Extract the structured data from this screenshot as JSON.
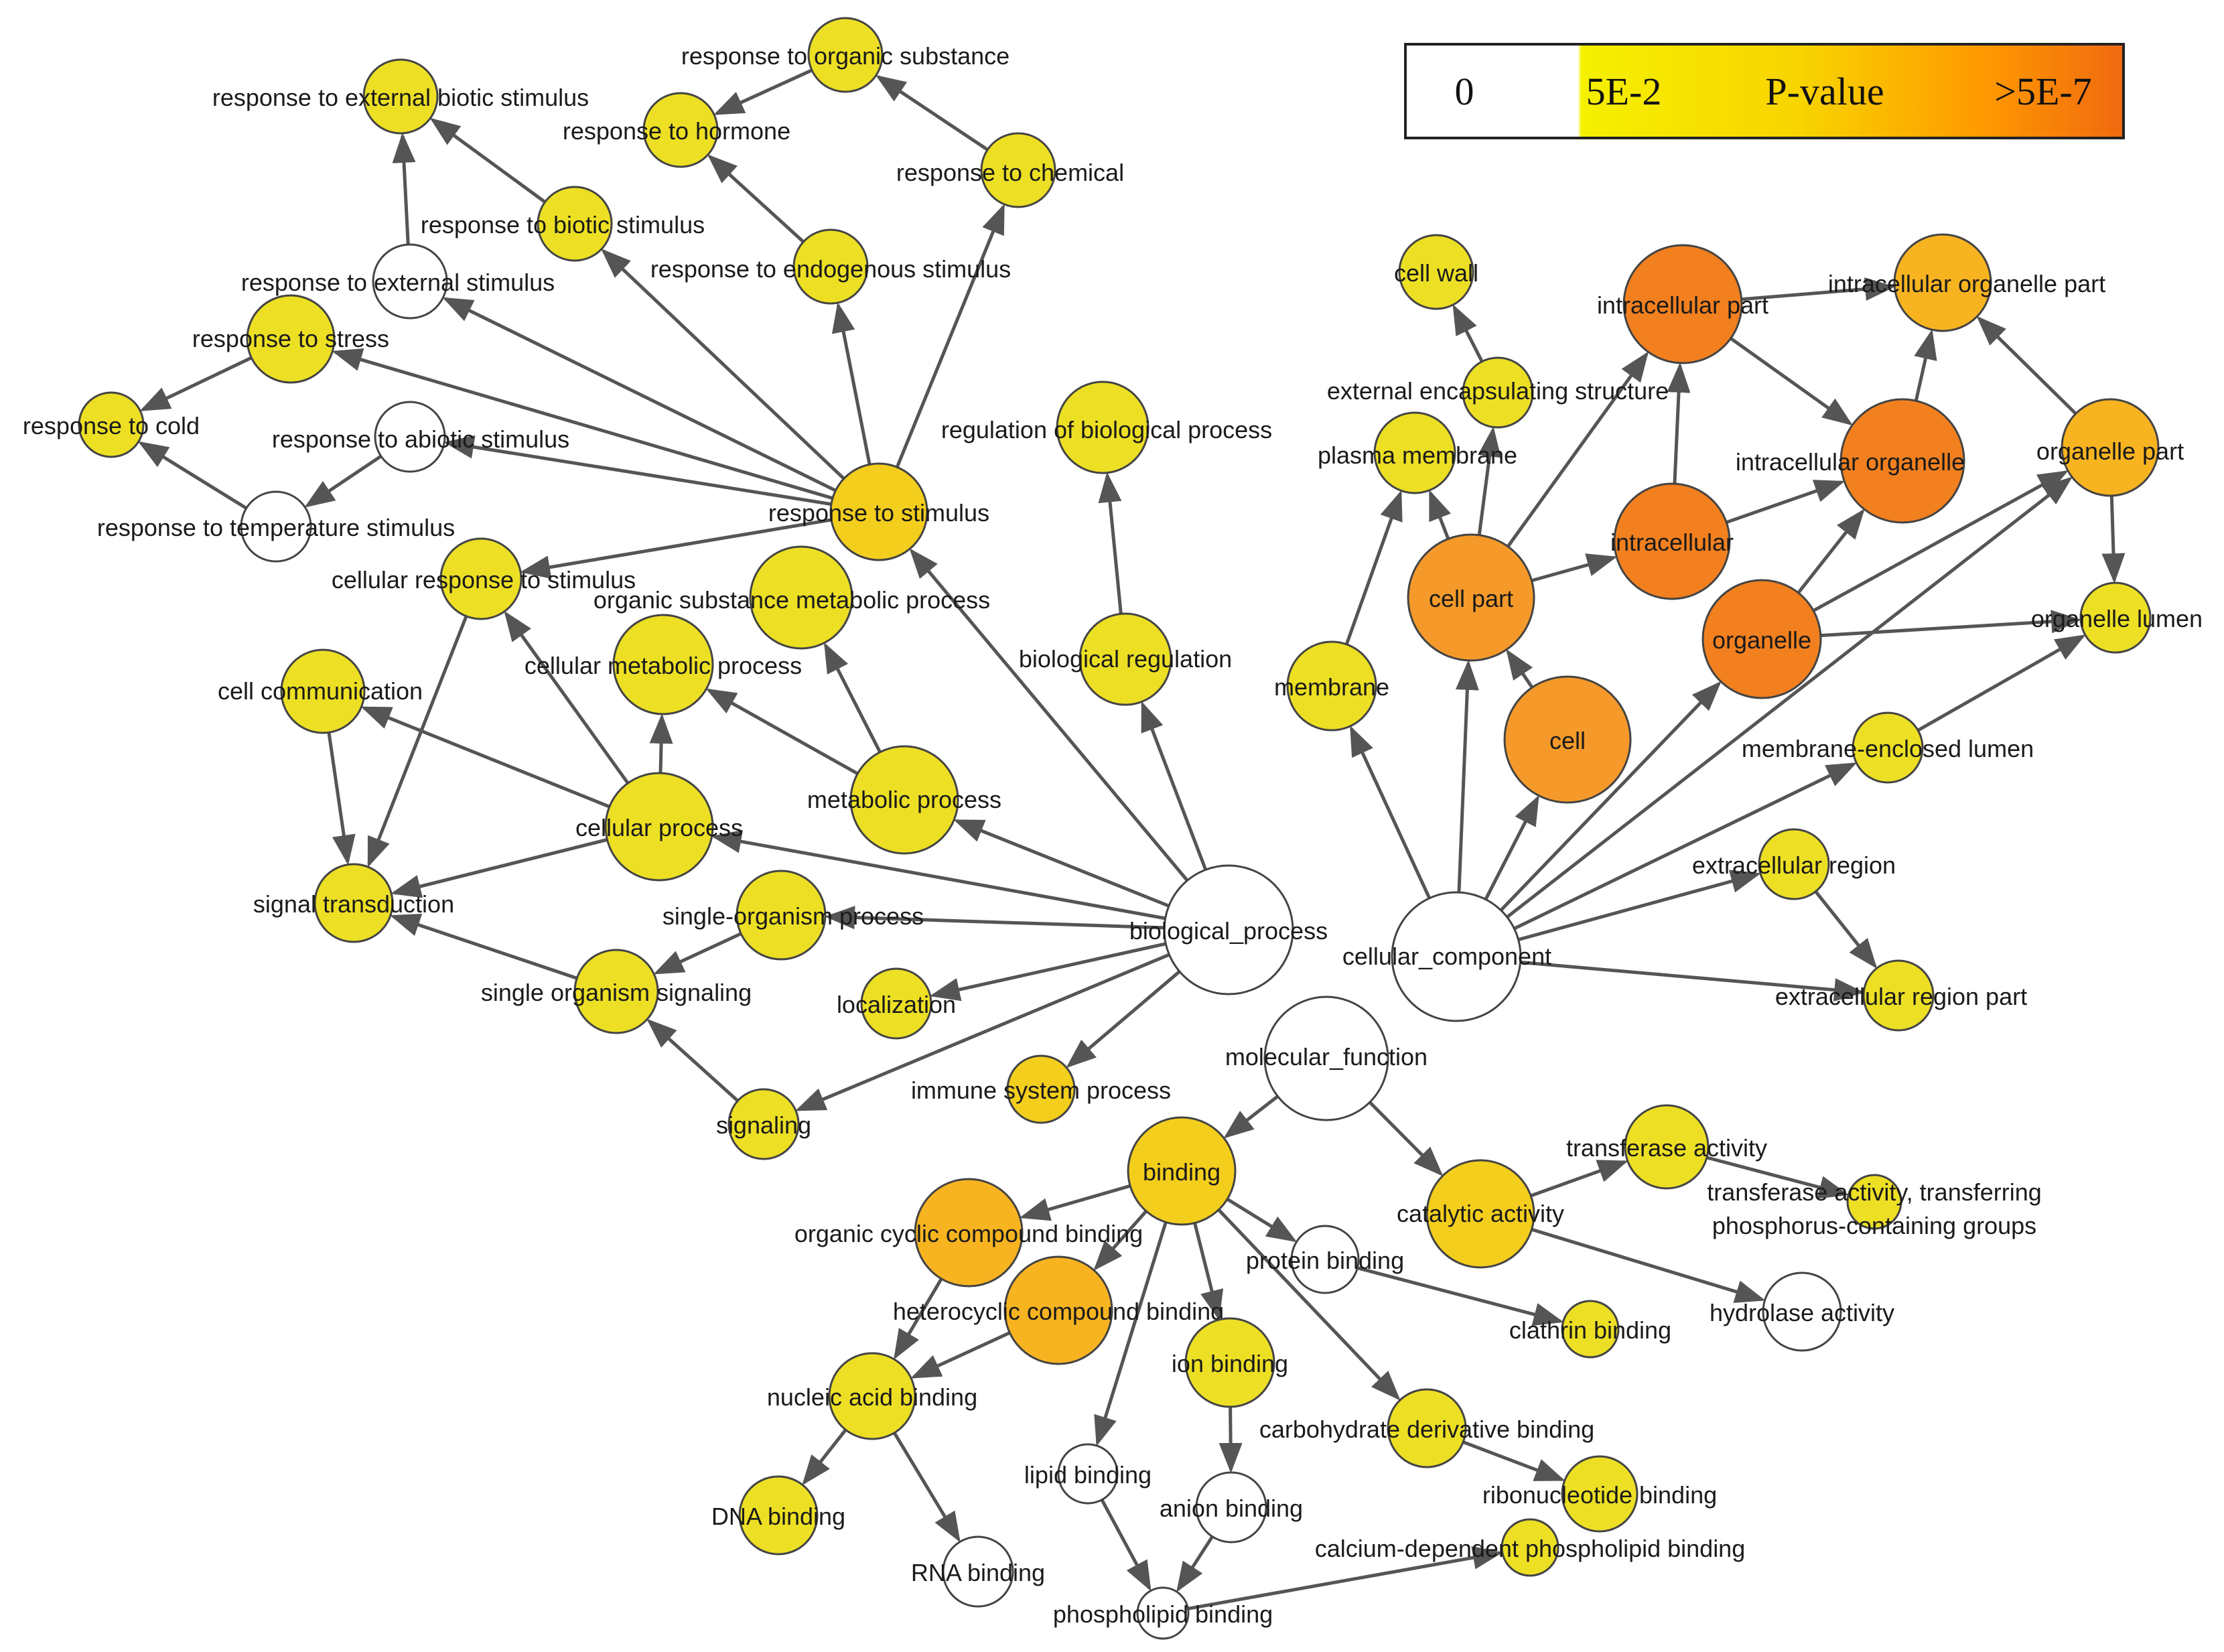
{
  "legend": {
    "zero": "0",
    "low": "5E-2",
    "label": "P-value",
    "high": ">5E-7",
    "colors": {
      "white": "#ffffff",
      "yellow": "#f5f000",
      "orange": "#ff8a00",
      "deep": "#f06a10"
    }
  },
  "palette": {
    "white": "#ffffff",
    "yellow": "#ede024",
    "gold": "#f4ce1c",
    "amber": "#f8b420",
    "orange": "#f59a2a",
    "deep": "#f2801f",
    "outline": "#444444",
    "edge": "#555555"
  },
  "nodes": [
    {
      "id": "resp_org_sub",
      "label": "response to organic substance",
      "color": "yellow"
    },
    {
      "id": "resp_ext_biotic",
      "label": "response to external biotic stimulus",
      "color": "yellow"
    },
    {
      "id": "resp_hormone",
      "label": "response to hormone",
      "color": "yellow"
    },
    {
      "id": "resp_chemical",
      "label": "response to chemical",
      "color": "yellow"
    },
    {
      "id": "resp_biotic",
      "label": "response to biotic stimulus",
      "color": "yellow"
    },
    {
      "id": "resp_endog",
      "label": "response to endogenous stimulus",
      "color": "yellow"
    },
    {
      "id": "resp_ext",
      "label": "response to external stimulus",
      "color": "white"
    },
    {
      "id": "resp_stress",
      "label": "response to stress",
      "color": "yellow"
    },
    {
      "id": "resp_cold",
      "label": "response to cold",
      "color": "yellow"
    },
    {
      "id": "resp_abiotic",
      "label": "response to abiotic stimulus",
      "color": "white"
    },
    {
      "id": "resp_temp",
      "label": "response to temperature stimulus",
      "color": "white"
    },
    {
      "id": "resp_stim",
      "label": "response to stimulus",
      "color": "gold"
    },
    {
      "id": "reg_bio",
      "label": "regulation of biological process",
      "color": "yellow"
    },
    {
      "id": "cell_resp",
      "label": "cellular response to stimulus",
      "color": "yellow"
    },
    {
      "id": "org_sub_met",
      "label": "organic substance metabolic process",
      "color": "yellow"
    },
    {
      "id": "cell_met",
      "label": "cellular metabolic process",
      "color": "yellow"
    },
    {
      "id": "bio_reg",
      "label": "biological regulation",
      "color": "yellow"
    },
    {
      "id": "cell_comm",
      "label": "cell communication",
      "color": "yellow"
    },
    {
      "id": "met_proc",
      "label": "metabolic process",
      "color": "yellow"
    },
    {
      "id": "cell_proc",
      "label": "cellular process",
      "color": "yellow"
    },
    {
      "id": "sig_trans",
      "label": "signal transduction",
      "color": "yellow"
    },
    {
      "id": "single_org",
      "label": "single-organism process",
      "color": "yellow"
    },
    {
      "id": "bio_proc",
      "label": "biological_process",
      "color": "white"
    },
    {
      "id": "single_sig",
      "label": "single organism signaling",
      "color": "yellow"
    },
    {
      "id": "localization",
      "label": "localization",
      "color": "yellow"
    },
    {
      "id": "immune",
      "label": "immune system process",
      "color": "gold"
    },
    {
      "id": "signaling",
      "label": "signaling",
      "color": "yellow"
    },
    {
      "id": "cell_wall",
      "label": "cell wall",
      "color": "yellow"
    },
    {
      "id": "intra_part",
      "label": "intracellular part",
      "color": "deep"
    },
    {
      "id": "intra_org_part",
      "label": "intracellular organelle part",
      "color": "amber"
    },
    {
      "id": "ext_encap",
      "label": "external encapsulating structure",
      "color": "yellow"
    },
    {
      "id": "plasma_mem",
      "label": "plasma membrane",
      "color": "yellow"
    },
    {
      "id": "intra_org",
      "label": "intracellular organelle",
      "color": "deep"
    },
    {
      "id": "org_part",
      "label": "organelle part",
      "color": "amber"
    },
    {
      "id": "intracellular",
      "label": "intracellular",
      "color": "deep"
    },
    {
      "id": "cell_part",
      "label": "cell part",
      "color": "orange"
    },
    {
      "id": "organelle",
      "label": "organelle",
      "color": "deep"
    },
    {
      "id": "org_lumen",
      "label": "organelle lumen",
      "color": "yellow"
    },
    {
      "id": "membrane",
      "label": "membrane",
      "color": "yellow"
    },
    {
      "id": "cell",
      "label": "cell",
      "color": "orange"
    },
    {
      "id": "mem_lumen",
      "label": "membrane-enclosed lumen",
      "color": "yellow"
    },
    {
      "id": "extra_region",
      "label": "extracellular region",
      "color": "yellow"
    },
    {
      "id": "cell_comp",
      "label": "cellular_component",
      "color": "white"
    },
    {
      "id": "extra_part",
      "label": "extracellular region part",
      "color": "yellow"
    },
    {
      "id": "mol_func",
      "label": "molecular_function",
      "color": "white"
    },
    {
      "id": "binding",
      "label": "binding",
      "color": "gold"
    },
    {
      "id": "transferase",
      "label": "transferase activity",
      "color": "yellow"
    },
    {
      "id": "catalytic",
      "label": "catalytic activity",
      "color": "gold"
    },
    {
      "id": "trans_phos",
      "label": "transferase activity, transferring phosphorus-containing groups",
      "color": "yellow"
    },
    {
      "id": "org_cyclic",
      "label": "organic cyclic compound binding",
      "color": "amber"
    },
    {
      "id": "protein_bind",
      "label": "protein binding",
      "color": "white"
    },
    {
      "id": "hetero",
      "label": "heterocyclic compound binding",
      "color": "amber"
    },
    {
      "id": "clathrin",
      "label": "clathrin binding",
      "color": "yellow"
    },
    {
      "id": "hydrolase",
      "label": "hydrolase activity",
      "color": "white"
    },
    {
      "id": "ion_bind",
      "label": "ion binding",
      "color": "yellow"
    },
    {
      "id": "nucleic",
      "label": "nucleic acid binding",
      "color": "yellow"
    },
    {
      "id": "carb_deriv",
      "label": "carbohydrate derivative binding",
      "color": "yellow"
    },
    {
      "id": "lipid",
      "label": "lipid binding",
      "color": "white"
    },
    {
      "id": "anion",
      "label": "anion binding",
      "color": "white"
    },
    {
      "id": "ribonuc",
      "label": "ribonucleotide binding",
      "color": "yellow"
    },
    {
      "id": "dna",
      "label": "DNA binding",
      "color": "yellow"
    },
    {
      "id": "ca_phos",
      "label": "calcium-dependent phospholipid binding",
      "color": "yellow"
    },
    {
      "id": "rna",
      "label": "RNA binding",
      "color": "white"
    },
    {
      "id": "phospho",
      "label": "phospholipid binding",
      "color": "white"
    }
  ],
  "edges": [
    [
      "resp_org_sub",
      "resp_hormone"
    ],
    [
      "resp_chemical",
      "resp_org_sub"
    ],
    [
      "resp_stim",
      "resp_chemical"
    ],
    [
      "resp_endog",
      "resp_hormone"
    ],
    [
      "resp_stim",
      "resp_endog"
    ],
    [
      "resp_biotic",
      "resp_ext_biotic"
    ],
    [
      "resp_ext",
      "resp_ext_biotic"
    ],
    [
      "resp_stim",
      "resp_biotic"
    ],
    [
      "resp_stim",
      "resp_ext"
    ],
    [
      "resp_stim",
      "resp_stress"
    ],
    [
      "resp_stress",
      "resp_cold"
    ],
    [
      "resp_stim",
      "resp_abiotic"
    ],
    [
      "resp_abiotic",
      "resp_temp"
    ],
    [
      "resp_temp",
      "resp_cold"
    ],
    [
      "resp_stim",
      "cell_resp"
    ],
    [
      "bio_proc",
      "resp_stim"
    ],
    [
      "bio_reg",
      "reg_bio"
    ],
    [
      "bio_proc",
      "bio_reg"
    ],
    [
      "cell_proc",
      "cell_resp"
    ],
    [
      "cell_proc",
      "cell_met"
    ],
    [
      "met_proc",
      "cell_met"
    ],
    [
      "met_proc",
      "org_sub_met"
    ],
    [
      "cell_proc",
      "cell_comm"
    ],
    [
      "cell_comm",
      "sig_trans"
    ],
    [
      "cell_resp",
      "sig_trans"
    ],
    [
      "cell_proc",
      "sig_trans"
    ],
    [
      "single_sig",
      "sig_trans"
    ],
    [
      "single_org",
      "single_sig"
    ],
    [
      "signaling",
      "single_sig"
    ],
    [
      "bio_proc",
      "cell_proc"
    ],
    [
      "bio_proc",
      "met_proc"
    ],
    [
      "bio_proc",
      "single_org"
    ],
    [
      "bio_proc",
      "localization"
    ],
    [
      "bio_proc",
      "immune"
    ],
    [
      "bio_proc",
      "signaling"
    ],
    [
      "ext_encap",
      "cell_wall"
    ],
    [
      "cell_part",
      "ext_encap"
    ],
    [
      "cell_part",
      "plasma_mem"
    ],
    [
      "membrane",
      "plasma_mem"
    ],
    [
      "cell_comp",
      "membrane"
    ],
    [
      "cell_comp",
      "cell_part"
    ],
    [
      "cell",
      "cell_part"
    ],
    [
      "cell_comp",
      "cell"
    ],
    [
      "cell_part",
      "intracellular"
    ],
    [
      "intracellular",
      "intra_part"
    ],
    [
      "intracellular",
      "intra_org"
    ],
    [
      "cell_part",
      "intra_part"
    ],
    [
      "intra_part",
      "intra_org_part"
    ],
    [
      "intra_part",
      "intra_org"
    ],
    [
      "intra_org",
      "intra_org_part"
    ],
    [
      "org_part",
      "intra_org_part"
    ],
    [
      "organelle",
      "intra_org"
    ],
    [
      "organelle",
      "org_part"
    ],
    [
      "organelle",
      "org_lumen"
    ],
    [
      "org_part",
      "org_lumen"
    ],
    [
      "mem_lumen",
      "org_lumen"
    ],
    [
      "cell_comp",
      "organelle"
    ],
    [
      "cell_comp",
      "org_part"
    ],
    [
      "cell_comp",
      "mem_lumen"
    ],
    [
      "cell_comp",
      "extra_region"
    ],
    [
      "extra_region",
      "extra_part"
    ],
    [
      "cell_comp",
      "extra_part"
    ],
    [
      "mol_func",
      "binding"
    ],
    [
      "mol_func",
      "catalytic"
    ],
    [
      "catalytic",
      "transferase"
    ],
    [
      "transferase",
      "trans_phos"
    ],
    [
      "catalytic",
      "hydrolase"
    ],
    [
      "binding",
      "org_cyclic"
    ],
    [
      "binding",
      "hetero"
    ],
    [
      "org_cyclic",
      "nucleic"
    ],
    [
      "hetero",
      "nucleic"
    ],
    [
      "binding",
      "protein_bind"
    ],
    [
      "protein_bind",
      "clathrin"
    ],
    [
      "binding",
      "ion_bind"
    ],
    [
      "binding",
      "carb_deriv"
    ],
    [
      "binding",
      "lipid"
    ],
    [
      "carb_deriv",
      "ribonuc"
    ],
    [
      "ion_bind",
      "anion"
    ],
    [
      "nucleic",
      "dna"
    ],
    [
      "nucleic",
      "rna"
    ],
    [
      "lipid",
      "phospho"
    ],
    [
      "anion",
      "phospho"
    ],
    [
      "phospho",
      "ca_phos"
    ]
  ]
}
